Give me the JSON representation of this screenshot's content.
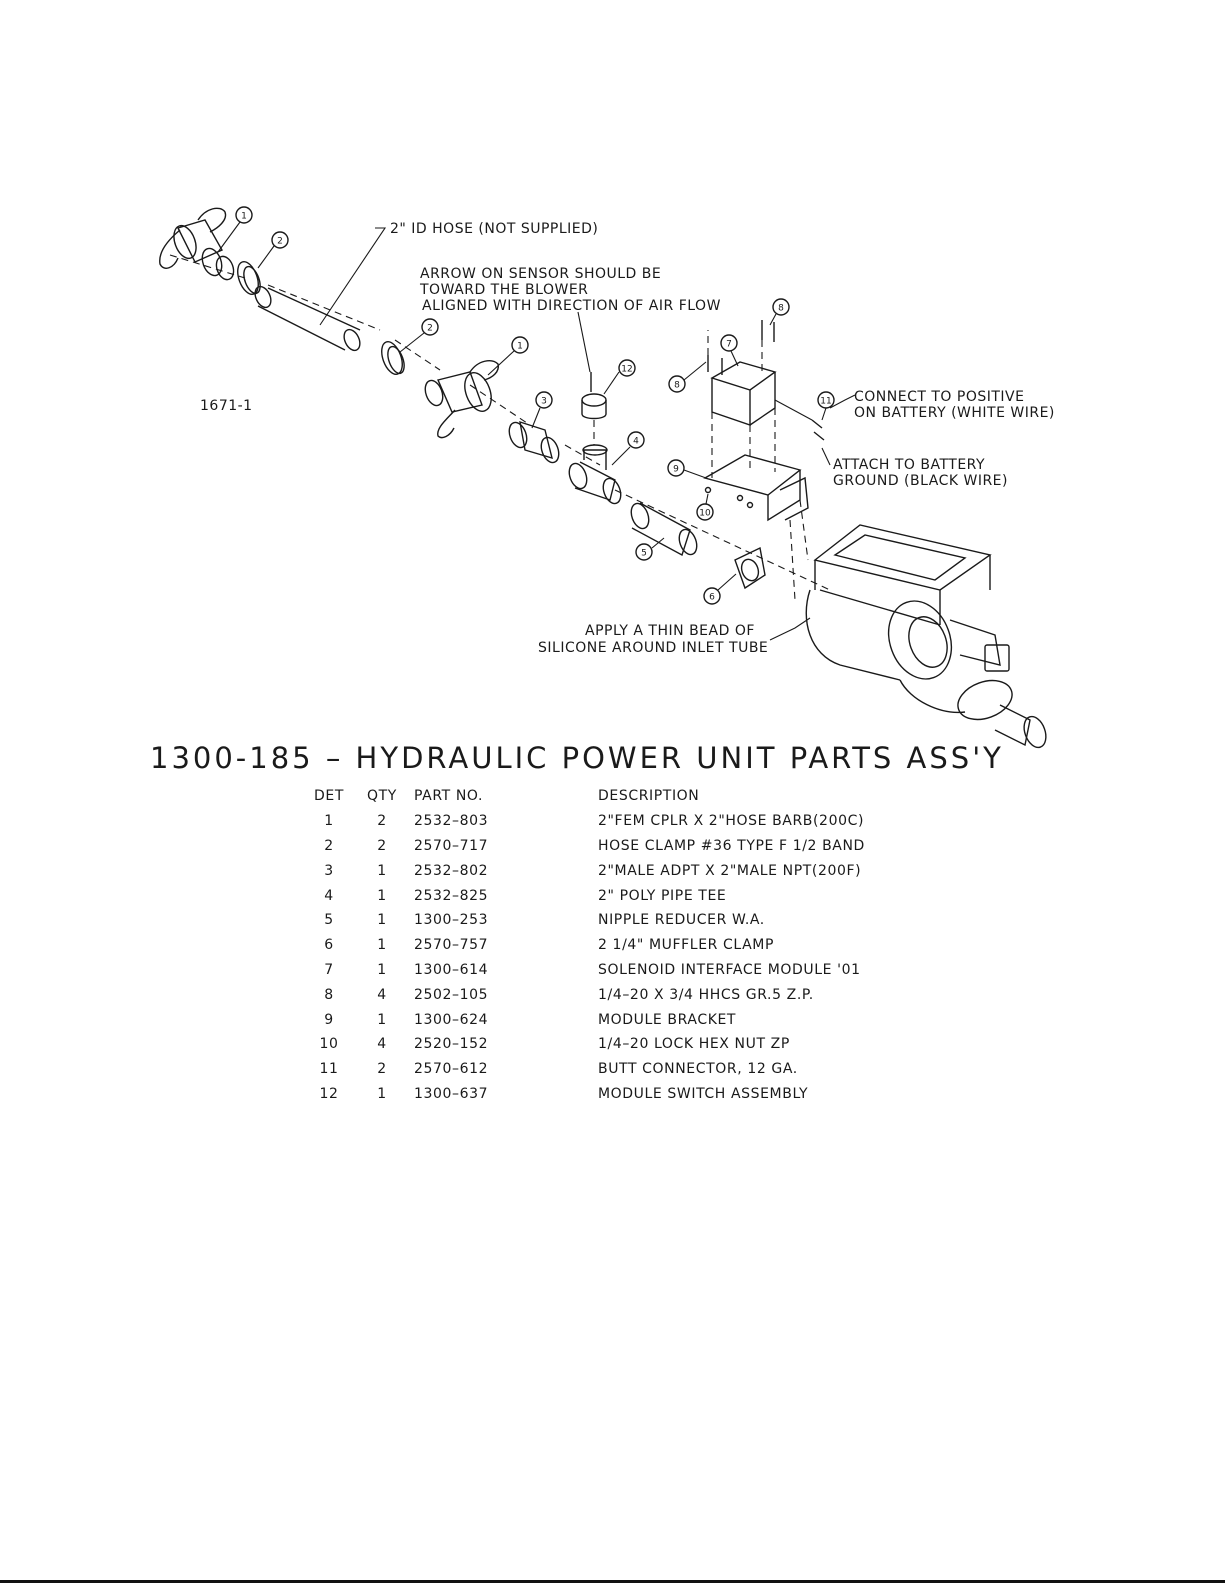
{
  "drawing": {
    "ref_code": "1671-1",
    "notes": {
      "hose": "2\" ID HOSE (NOT SUPPLIED)",
      "sensor_line1": "ARROW ON SENSOR SHOULD BE",
      "sensor_line2": "TOWARD THE BLOWER",
      "sensor_line3": "ALIGNED WITH DIRECTION OF AIR FLOW",
      "positive_line1": "CONNECT TO POSITIVE",
      "positive_line2": "ON BATTERY (WHITE WIRE)",
      "ground_line1": "ATTACH TO BATTERY",
      "ground_line2": "GROUND (BLACK WIRE)",
      "silicone_line1": "APPLY A THIN BEAD OF",
      "silicone_line2": "SILICONE AROUND INLET TUBE"
    },
    "callouts": [
      "1",
      "2",
      "2",
      "1",
      "3",
      "12",
      "4",
      "5",
      "6",
      "7",
      "8",
      "8",
      "9",
      "10",
      "11"
    ]
  },
  "title": "1300-185 – HYDRAULIC POWER UNIT PARTS ASS'Y",
  "bom": {
    "headers": {
      "det": "DET",
      "qty": "QTY",
      "part": "PART NO.",
      "desc": "DESCRIPTION"
    },
    "rows": [
      {
        "det": "1",
        "qty": "2",
        "part": "2532–803",
        "desc": "2\"FEM CPLR X 2\"HOSE BARB(200C)"
      },
      {
        "det": "2",
        "qty": "2",
        "part": "2570–717",
        "desc": "HOSE CLAMP #36 TYPE F 1/2 BAND"
      },
      {
        "det": "3",
        "qty": "1",
        "part": "2532–802",
        "desc": "2\"MALE ADPT X 2\"MALE NPT(200F)"
      },
      {
        "det": "4",
        "qty": "1",
        "part": "2532–825",
        "desc": "2\" POLY PIPE TEE"
      },
      {
        "det": "5",
        "qty": "1",
        "part": "1300–253",
        "desc": "NIPPLE REDUCER W.A."
      },
      {
        "det": "6",
        "qty": "1",
        "part": "2570–757",
        "desc": "2 1/4\" MUFFLER CLAMP"
      },
      {
        "det": "7",
        "qty": "1",
        "part": "1300–614",
        "desc": "SOLENOID INTERFACE MODULE '01"
      },
      {
        "det": "8",
        "qty": "4",
        "part": "2502–105",
        "desc": "1/4–20 X 3/4 HHCS GR.5 Z.P."
      },
      {
        "det": "9",
        "qty": "1",
        "part": "1300–624",
        "desc": "MODULE BRACKET"
      },
      {
        "det": "10",
        "qty": "4",
        "part": "2520–152",
        "desc": "1/4–20 LOCK HEX NUT ZP"
      },
      {
        "det": "11",
        "qty": "2",
        "part": "2570–612",
        "desc": "BUTT CONNECTOR, 12 GA."
      },
      {
        "det": "12",
        "qty": "1",
        "part": "1300–637",
        "desc": "MODULE SWITCH ASSEMBLY"
      }
    ]
  }
}
